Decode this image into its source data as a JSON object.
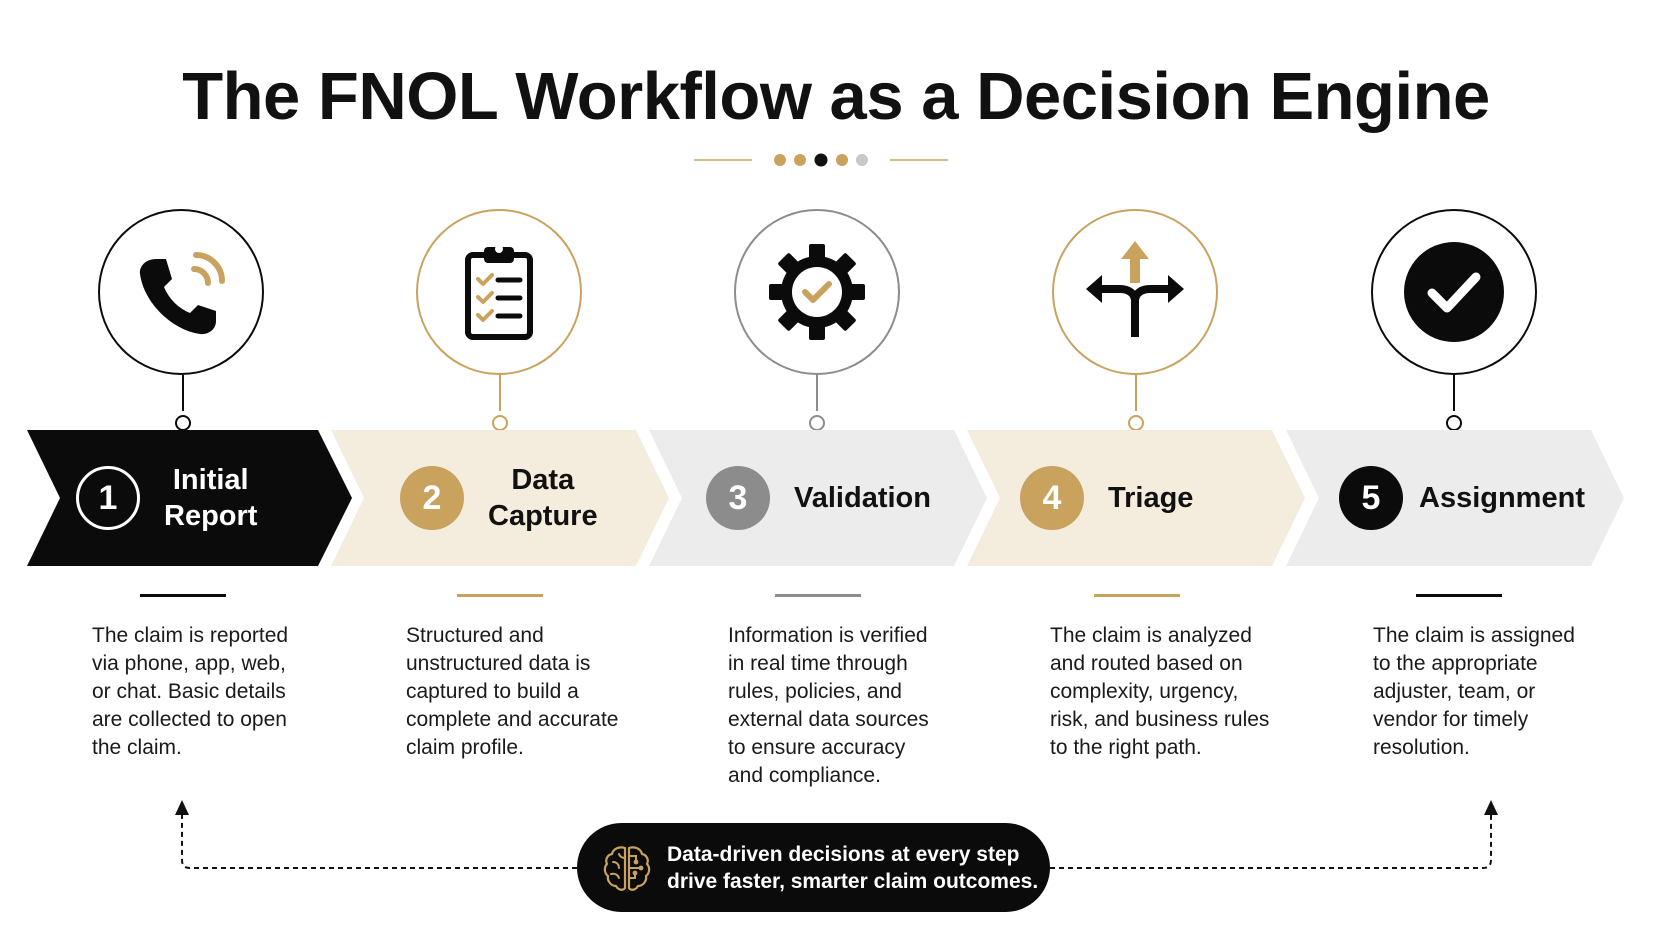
{
  "title": "The FNOL Workflow as a Decision Engine",
  "colors": {
    "black": "#0b0b0b",
    "gold": "#c9a25e",
    "gray": "#8c8c8c",
    "band_cream": "#f4ecdd",
    "band_gray": "#ececec"
  },
  "steps": [
    {
      "number": "1",
      "label": "Initial\nReport",
      "icon": "phone-ringing-icon",
      "description": "The claim is reported\nvia phone, app, web,\nor chat. Basic details\nare collected to open\nthe claim."
    },
    {
      "number": "2",
      "label": "Data\nCapture",
      "icon": "clipboard-checklist-icon",
      "description": "Structured and\nunstructured data is\ncaptured to build a\ncomplete and accurate\nclaim profile."
    },
    {
      "number": "3",
      "label": "Validation",
      "icon": "gear-check-icon",
      "description": "Information is verified\nin real time through\nrules, policies, and\nexternal data sources\nto ensure accuracy\nand compliance."
    },
    {
      "number": "4",
      "label": "Triage",
      "icon": "split-arrows-icon",
      "description": "The claim is analyzed\nand routed based on\ncomplexity, urgency,\nrisk, and business rules\nto the right path."
    },
    {
      "number": "5",
      "label": "Assignment",
      "icon": "check-circle-icon",
      "description": "The claim is assigned\nto the appropriate\nadjuster, team, or\nvendor for timely\nresolution."
    }
  ],
  "callout": {
    "icon": "brain-circuit-icon",
    "text": "Data-driven decisions at every step\ndrive faster, smarter claim outcomes."
  }
}
